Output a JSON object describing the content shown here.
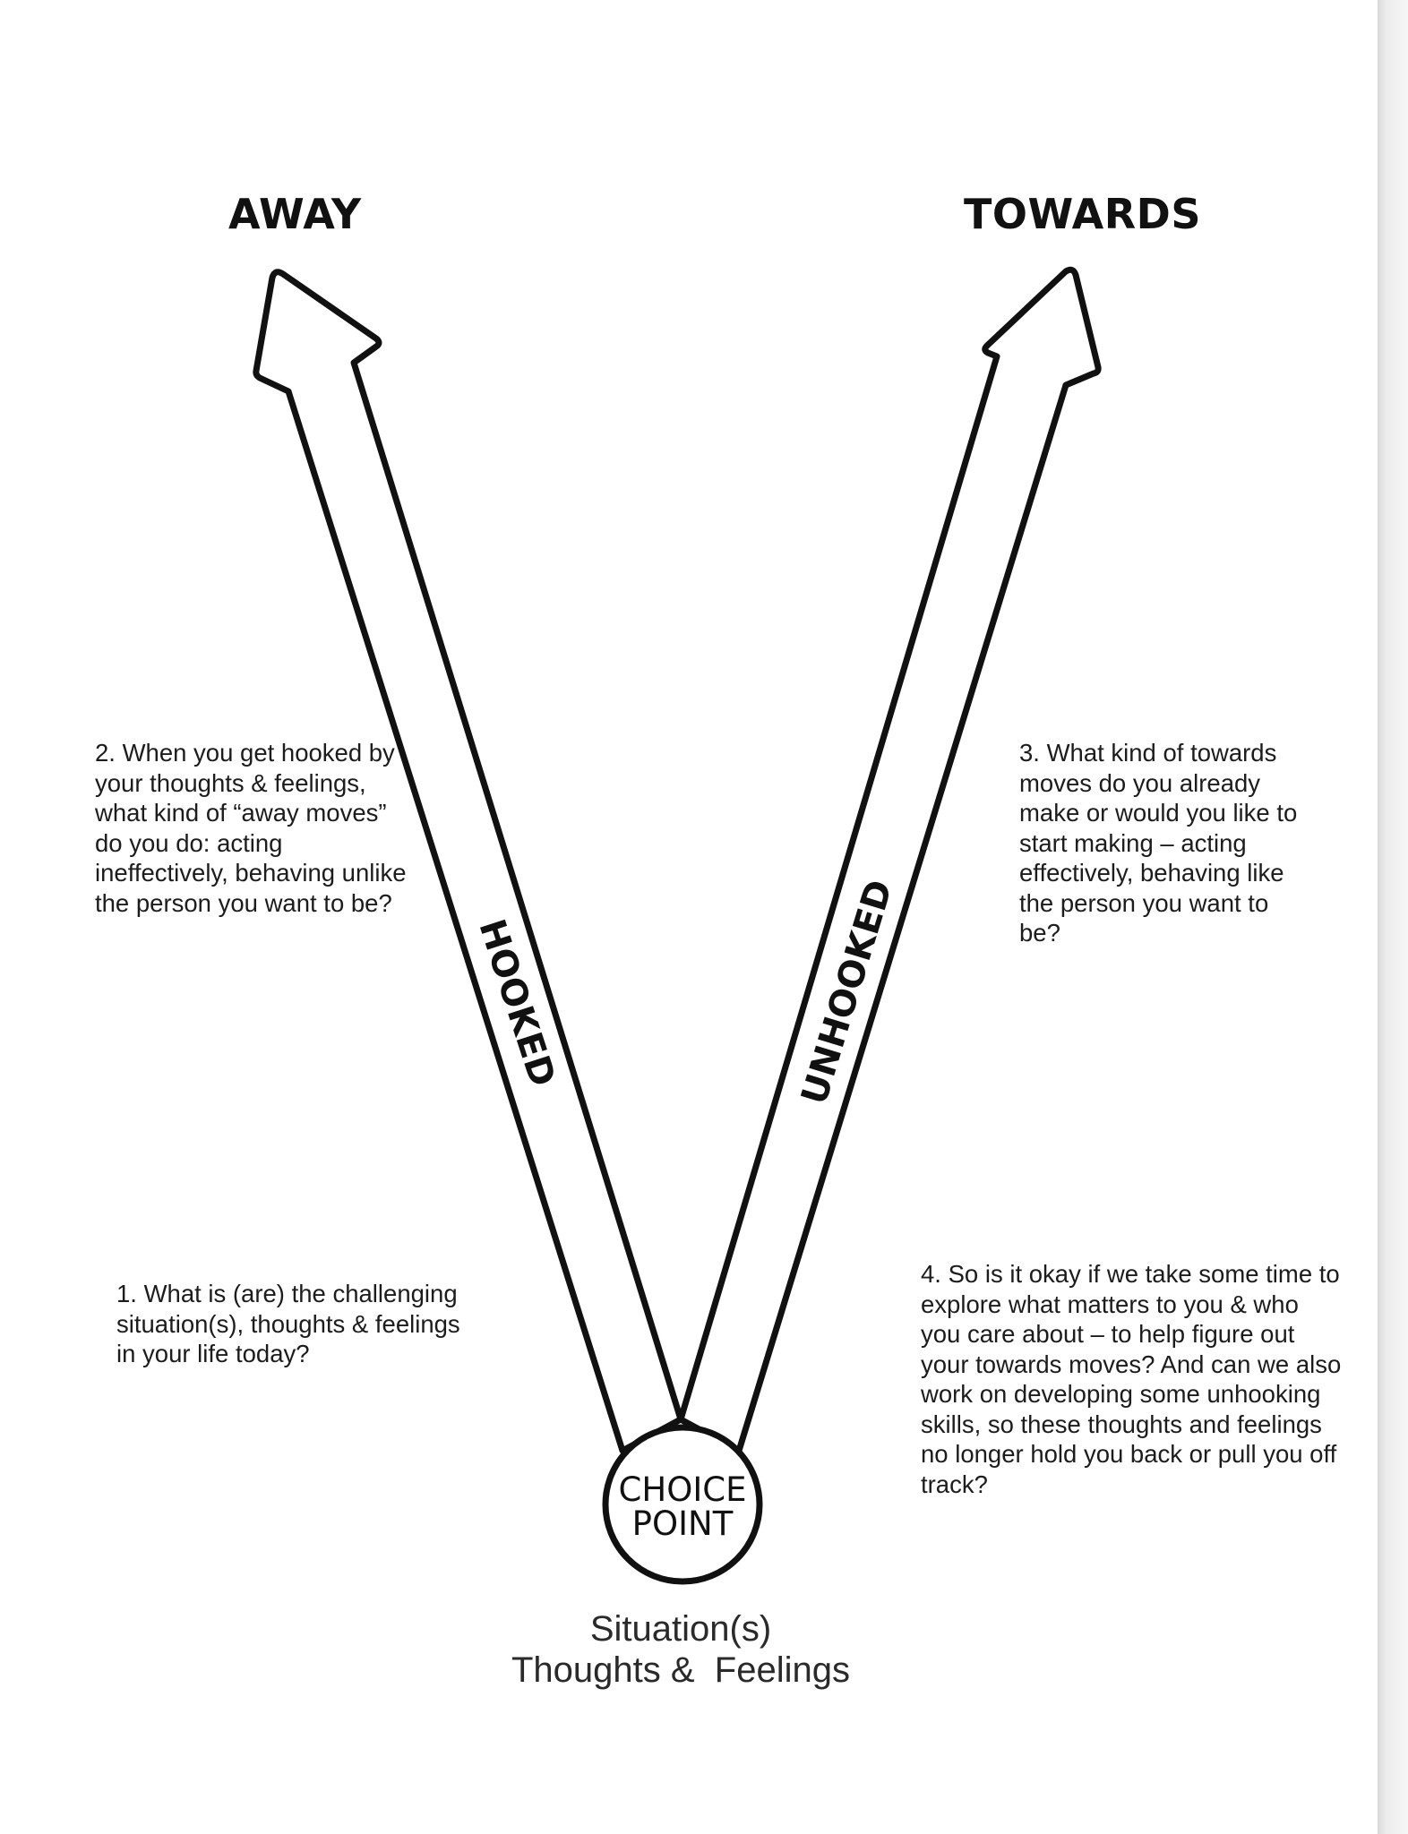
{
  "headings": {
    "away": "AWAY",
    "towards": "TOWARDS"
  },
  "arrows": {
    "left_label": "HOOKED",
    "right_label": "UNHOOKED"
  },
  "choice_point": {
    "line1": "CHOICE",
    "line2": "POINT"
  },
  "questions": {
    "q1": "1. What is (are) the challenging situation(s), thoughts & feelings in your life today?",
    "q2": "2. When you get hooked by your thoughts & feelings, what kind of “away moves” do you do: acting ineffectively, behaving unlike the person you want to be?",
    "q3": "3. What kind of towards moves do you already make or would you like to start making – acting effectively, behaving like the person you want to be?",
    "q4": "4. So is it okay if we take some time to explore what matters to you & who you care about – to help figure out your towards moves? And can we also work on developing some unhooking skills, so these thoughts and feelings no longer hold you back or pull you off track?"
  },
  "bottom": {
    "line1": "Situation(s)",
    "line2": "Thoughts &  Feelings"
  },
  "colors": {
    "stroke": "#111111",
    "text": "#1c1c1c",
    "page": "#ffffff"
  }
}
